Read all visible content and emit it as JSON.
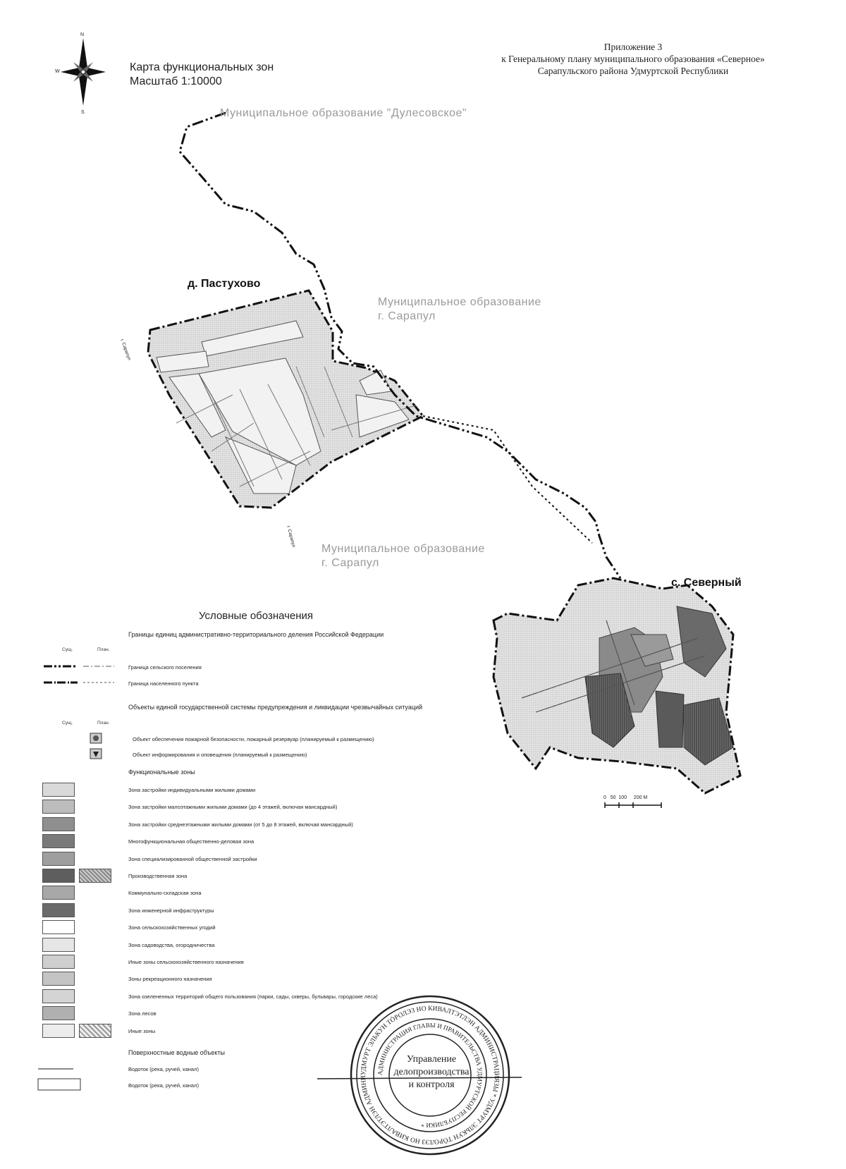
{
  "header": {
    "map_title": "Карта функциональных зон",
    "scale_label": "Масштаб 1:10000",
    "appendix": [
      "Приложение 3",
      "к Генеральному плану муниципального образования «Северное»",
      "Сарапульского района Удмуртской Республики"
    ]
  },
  "compass": {
    "north": "N",
    "west": "W",
    "south": "S"
  },
  "map": {
    "neighbor_mo_top": "Муниципальное образование \"Дулесовское\"",
    "neighbor_mo_middle": [
      "Муниципальное образование",
      "г. Сарапул"
    ],
    "neighbor_mo_bottom": [
      "Муниципальное образование",
      "г. Сарапул"
    ],
    "settlement_pastukhovo": "д. Пастухово",
    "settlement_severny": "с. Северный",
    "edge_label_1": "г. Сарапул",
    "edge_label_2": "г. Сарапул",
    "scale_bar": "0   50  100     200 М"
  },
  "legend": {
    "title": "Условные обозначения",
    "boundaries_heading": "Границы единиц административно-территориального деления Российской Федерации",
    "col_existing": "Сущ.",
    "col_planned": "План.",
    "boundary_rural": "Граница сельского поселения",
    "boundary_settlement": "Граница населенного пункта",
    "emergency_heading": "Объекты единой государственной системы предупреждения и ликвидации чрезвычайных ситуаций",
    "col_existing_2": "Сущ.",
    "col_planned_2": "План.",
    "emergency_items": [
      "Объект обеспечения пожарной безопасности, пожарный резервуар (планируемый к размещению)",
      "Объект информирования и оповещения (планируемый к размещению)"
    ],
    "zones_heading": "Функциональные зоны",
    "zones": [
      {
        "label": "Зона застройки индивидуальными жилыми домами",
        "color": "#d9d9d9"
      },
      {
        "label": "Зона застройки малоэтажными жилыми домами (до 4 этажей, включая мансардный)",
        "color": "#bdbdbd"
      },
      {
        "label": "Зона застройки среднеэтажными жилыми домами (от 5 до 8 этажей, включая мансардный)",
        "color": "#8f8f8f"
      },
      {
        "label": "Многофункциональная общественно-деловая зона",
        "color": "#7a7a7a"
      },
      {
        "label": "Зона специализированной общественной застройки",
        "color": "#9e9e9e"
      },
      {
        "label": "Производственная зона",
        "color": "#5e5e5e"
      },
      {
        "label": "Коммунально-складская зона",
        "color": "#a8a8a8"
      },
      {
        "label": "Зона инженерной инфраструктуры",
        "color": "#6b6b6b"
      },
      {
        "label": "Зона сельскохозяйственных угодий",
        "color": "#ffffff"
      },
      {
        "label": "Зона садоводства, огородничества",
        "color": "#e6e6e6"
      },
      {
        "label": "Иные зоны сельскохозяйственного назначения",
        "color": "#cfcfcf"
      },
      {
        "label": "Зоны рекреационного назначения",
        "color": "#c4c4c4"
      },
      {
        "label": "Зона озелененных территорий общего пользования (парки, сады, скверы, бульвары, городские леса)",
        "color": "#d4d4d4"
      },
      {
        "label": "Зона лесов",
        "color": "#b0b0b0"
      },
      {
        "label": "Иные зоны",
        "color": "#ececec"
      }
    ],
    "water_heading": "Поверхностные водные объекты",
    "water_items": [
      "Водоток (река, ручей, канал)",
      "Водоток (река, ручей, канал)"
    ]
  },
  "stamp": {
    "center_lines": [
      "Управление",
      "делопроизводства",
      "и контроля"
    ],
    "ring_outer": "УДМУРТ ЭЛЬКУН ТӦРОЛЭЗ НО КИВАЛТЭТЛЭН АДМИНИСТРАЦИЯЗЫ * УДМУРТ ЭЛЬКУН ТӦРОЛЭЗ НО КИВАЛТЭТЛЭН АДМИНИСТРАЦИЯЗЫ *",
    "ring_inner": "АДМИНИСТРАЦИЯ ГЛАВЫ И ПРАВИТЕЛЬСТВА УДМУРТСКОЙ РЕСПУБЛИКИ *"
  },
  "colors": {
    "boundary": "#111111",
    "settlement_fill": "#e8e8e8",
    "mo_label": "#9a9a9a"
  }
}
